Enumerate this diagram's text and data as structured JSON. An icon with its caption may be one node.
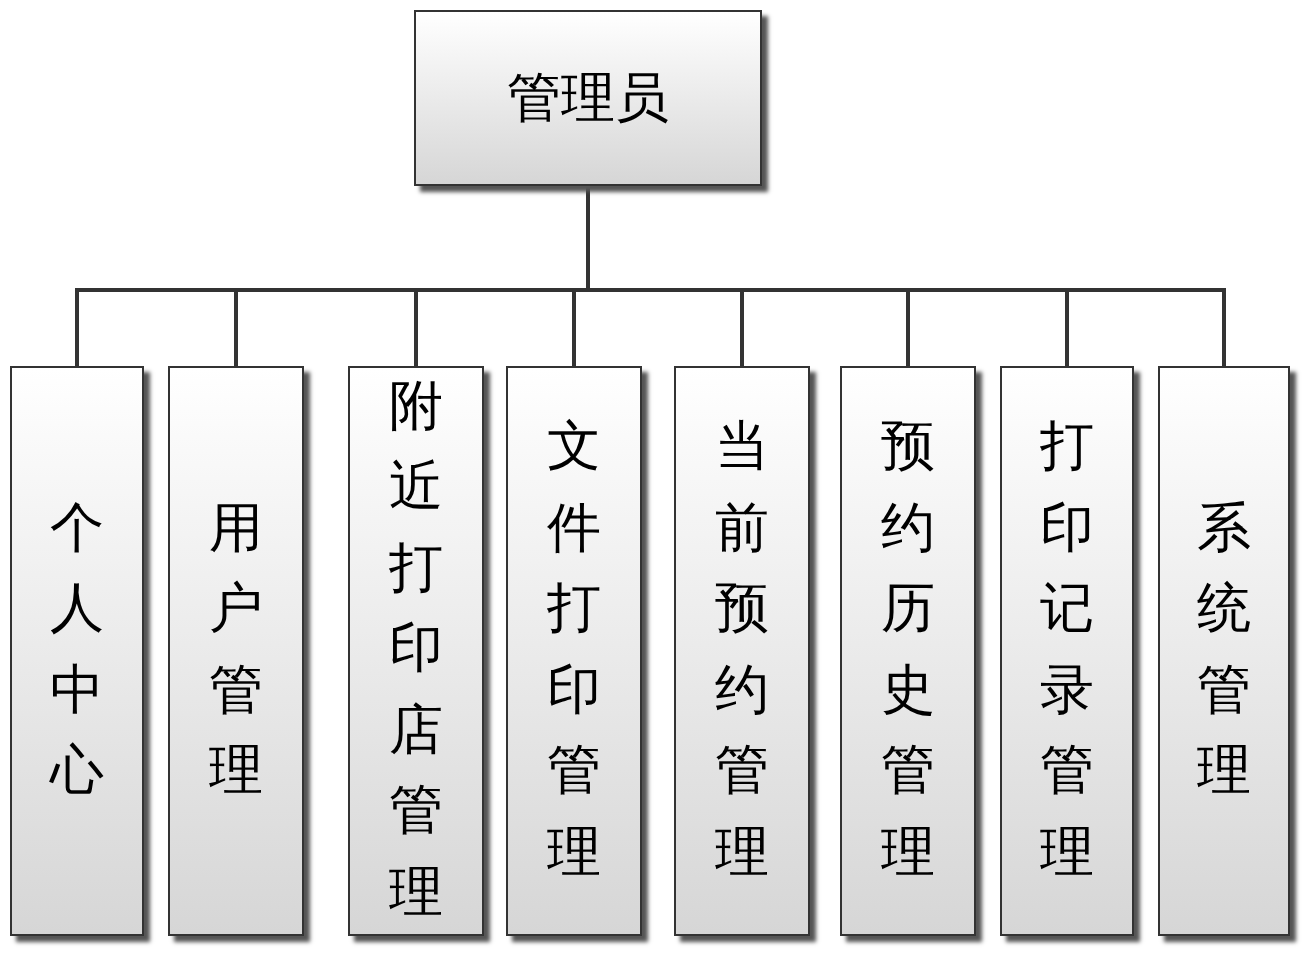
{
  "diagram": {
    "nodes": [
      {
        "text": [
          "管理员"
        ]
      },
      {
        "text": [
          "个人中心"
        ]
      },
      {
        "text": [
          "用户管理"
        ]
      },
      {
        "text": [
          "附近打印店管理"
        ]
      },
      {
        "text": [
          "文件打印管理"
        ]
      },
      {
        "text": [
          "当前预约管理"
        ]
      },
      {
        "text": [
          "预约历史管理"
        ]
      },
      {
        "text": [
          "打印记录管理"
        ]
      },
      {
        "text": [
          "系统管理"
        ]
      }
    ],
    "edges": [
      {
        "from": 0,
        "to": 1,
        "arrow": "none"
      },
      {
        "from": 0,
        "to": 2,
        "arrow": "none"
      },
      {
        "from": 0,
        "to": 3,
        "arrow": "none"
      },
      {
        "from": 0,
        "to": 4,
        "arrow": "none"
      },
      {
        "from": 0,
        "to": 5,
        "arrow": "none"
      },
      {
        "from": 0,
        "to": 6,
        "arrow": "none"
      },
      {
        "from": 0,
        "to": 7,
        "arrow": "none"
      },
      {
        "from": 0,
        "to": 8,
        "arrow": "none"
      }
    ]
  }
}
